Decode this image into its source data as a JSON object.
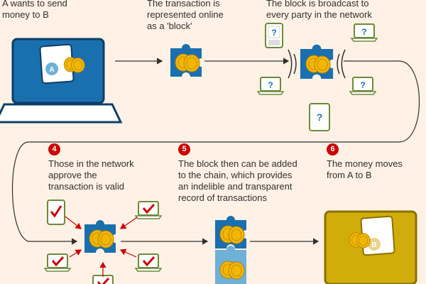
{
  "steps": [
    {
      "label": "A wants to send\nmoney to B"
    },
    {
      "label": "The transaction is\nrepresented online\nas a 'block'"
    },
    {
      "label": "The block is broadcast to\nevery party in the network"
    },
    {
      "number": "4",
      "label": "Those in the network\napprove the\ntransaction is valid"
    },
    {
      "number": "5",
      "label": "The block then can be added\nto the chain, which provides\nan indelible and transparent\nrecord of transactions"
    },
    {
      "number": "6",
      "label": "The money moves\nfrom A to B"
    }
  ],
  "wallet_a_letter": "A",
  "wallet_b_letter": "B",
  "device_symbol": "?",
  "colors": {
    "background": "#fff1e5",
    "laptop_a": "#1a6fae",
    "laptop_b": "#d1ad0b",
    "puzzle_block": "#1a6fae",
    "puzzle_block_light": "#6fb0d6",
    "coin_gold": "#f2b705",
    "checkmark": "#cc0000",
    "step_badge": "#cc0000",
    "arrow": "#33302e"
  }
}
